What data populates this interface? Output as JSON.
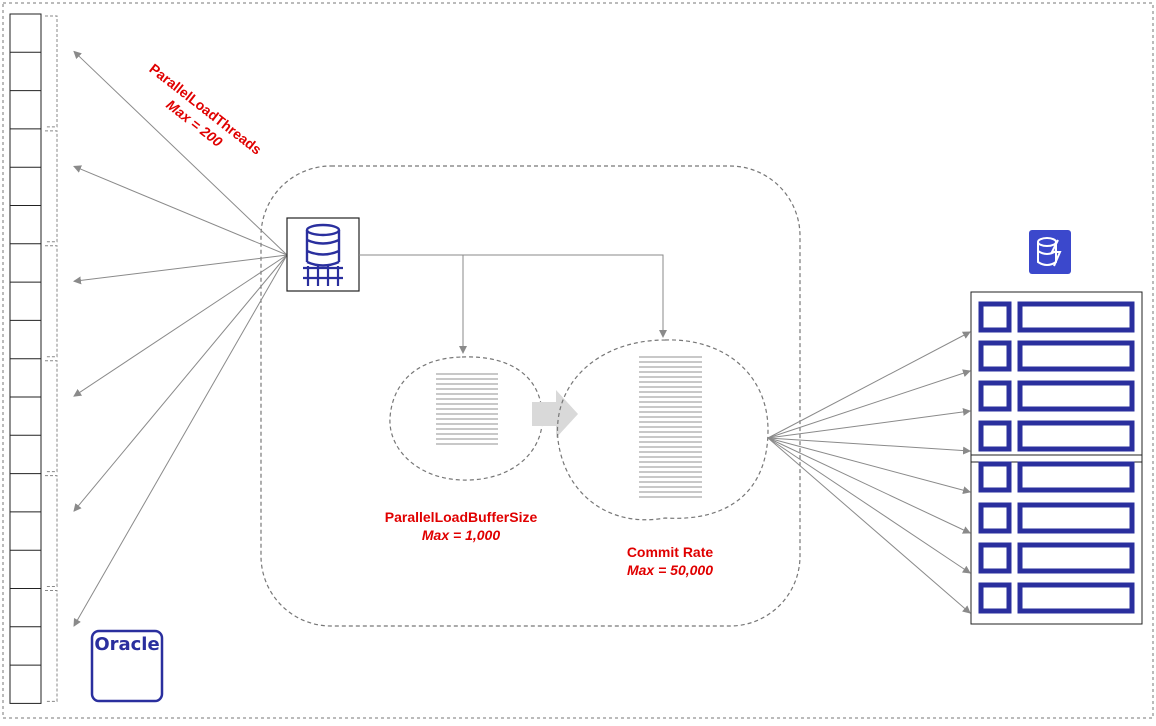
{
  "labels": {
    "threads_title": "ParallelLoadThreads",
    "threads_max": "Max  = 200",
    "buffer_title": "ParallelLoadBufferSize",
    "buffer_max": "Max = 1,000",
    "commit_title": "Commit Rate",
    "commit_max": "Max = 50,000",
    "oracle": "Oracle"
  },
  "colors": {
    "accent_red": "#e00000",
    "icon_blue": "#2a2f9e",
    "dynamo_blue": "#3b48cc",
    "line_gray": "#8a8a8a",
    "dash_gray": "#777777"
  },
  "icons": {
    "source": "oracle-icon",
    "task": "database-server-icon",
    "target": "dynamodb-icon"
  }
}
